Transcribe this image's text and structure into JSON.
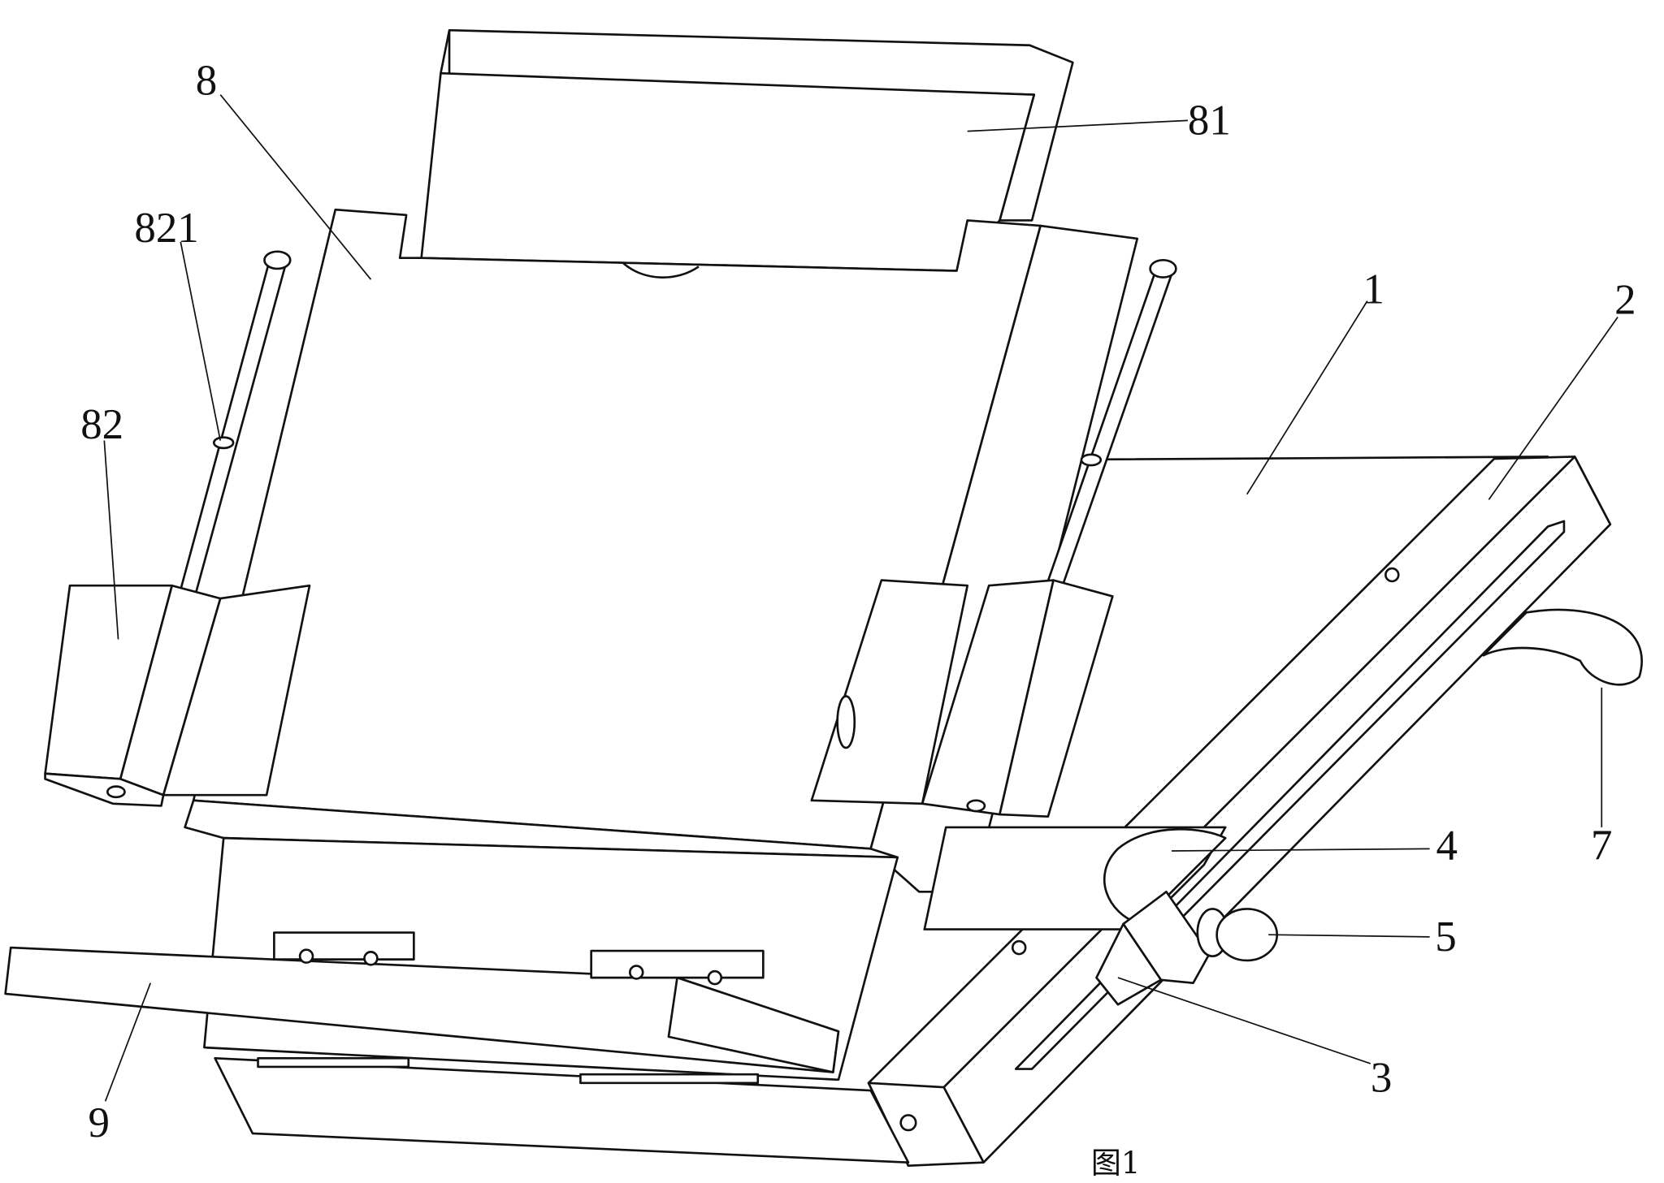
{
  "figure": {
    "caption": "图1",
    "labels": {
      "part_8": "8",
      "part_81": "81",
      "part_821": "821",
      "part_82": "82",
      "part_1": "1",
      "part_2": "2",
      "part_4": "4",
      "part_7": "7",
      "part_5": "5",
      "part_3": "3",
      "part_9": "9"
    }
  }
}
